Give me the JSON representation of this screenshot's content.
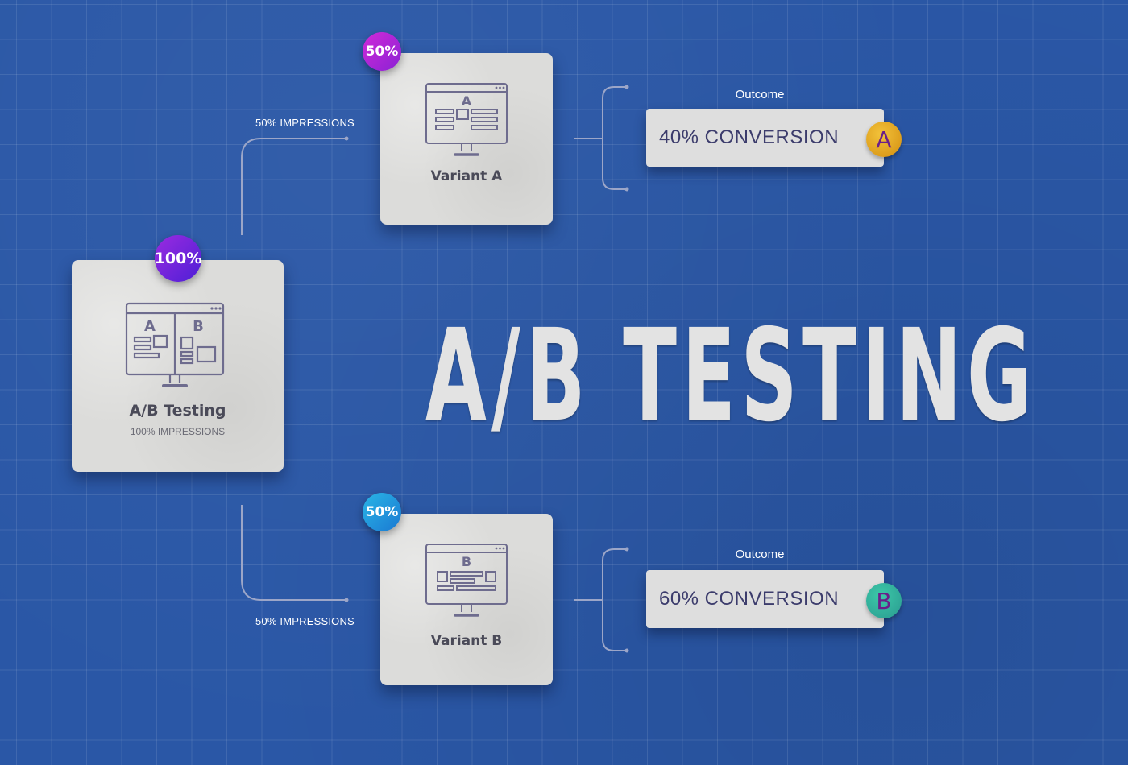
{
  "title": "A/B TESTING",
  "root": {
    "title": "A/B Testing",
    "subtitle": "100% IMPRESSIONS",
    "badge": "100%",
    "icon_letters": [
      "A",
      "B"
    ]
  },
  "branch_a": {
    "impressions_label": "50% IMPRESSIONS",
    "badge": "50%",
    "icon_letter": "A",
    "title": "Variant A",
    "outcome_label": "Outcome",
    "outcome_text": "40% CONVERSION",
    "outcome_letter": "A"
  },
  "branch_b": {
    "impressions_label": "50% IMPRESSIONS",
    "badge": "50%",
    "icon_letter": "B",
    "title": "Variant B",
    "outcome_label": "Outcome",
    "outcome_text": "60% CONVERSION",
    "outcome_letter": "B"
  },
  "colors": {
    "background": "#2a57a6",
    "card": "#dcdcda",
    "line": "#9ca6c8",
    "badge_root": "#6a22d8",
    "badge_a": "#b02ad0",
    "badge_b": "#1a9ad8",
    "letter_a": "#e2a21a",
    "letter_b": "#2aaa98"
  }
}
